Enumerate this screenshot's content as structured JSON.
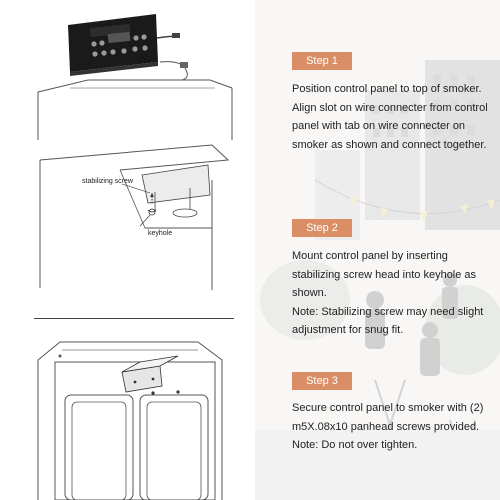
{
  "steps": [
    {
      "label": "Step 1",
      "lines": [
        "Position control panel to top of smoker.",
        "Align slot on wire connecter from control panel with tab on wire connecter on smoker as shown and connect together."
      ]
    },
    {
      "label": "Step 2",
      "lines": [
        "Mount control panel by inserting stabilizing screw head into keyhole as shown.",
        "Note: Stabilizing screw may need slight adjustment for snug fit."
      ]
    },
    {
      "label": "Step 3",
      "lines": [
        "Secure control panel to smoker with (2) m5X.08x10 panhead screws provided.",
        "Note: Do not over tighten."
      ]
    }
  ],
  "diagram": {
    "stabilizing_screw_label": "stabilizing screw",
    "keyhole_label": "keyhole"
  },
  "colors": {
    "badge": "#d98e66",
    "text": "#222222"
  }
}
